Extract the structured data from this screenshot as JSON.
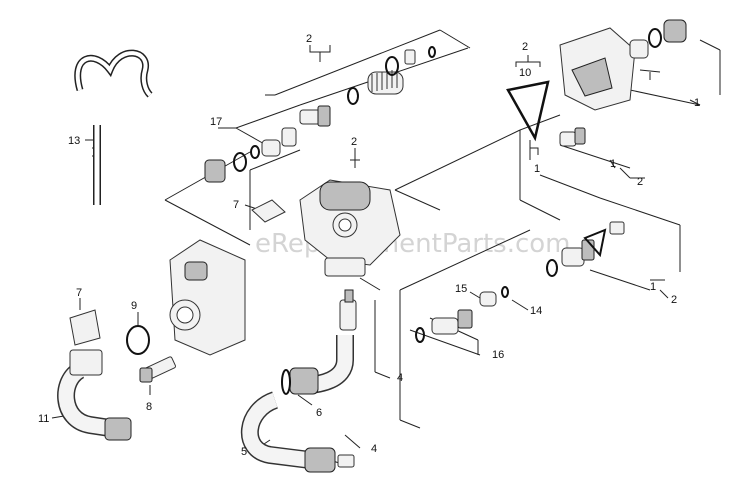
{
  "watermark": "eReplacementParts.com",
  "callouts": {
    "c2_top": "2",
    "c17": "17",
    "c13": "13",
    "c2_mid": "2",
    "c7_mid": "7",
    "c2_right": "2",
    "c10": "10",
    "c1_tri": "1",
    "c1_top": "1",
    "c1_a": "1",
    "c2_a": "2",
    "c7_left": "7",
    "c9": "9",
    "c8": "8",
    "c11": "11",
    "c15": "15",
    "c14": "14",
    "c16": "16",
    "c1_b": "1",
    "c2_b": "2",
    "c4_a": "4",
    "c6": "6",
    "c5": "5",
    "c4_b": "4"
  }
}
